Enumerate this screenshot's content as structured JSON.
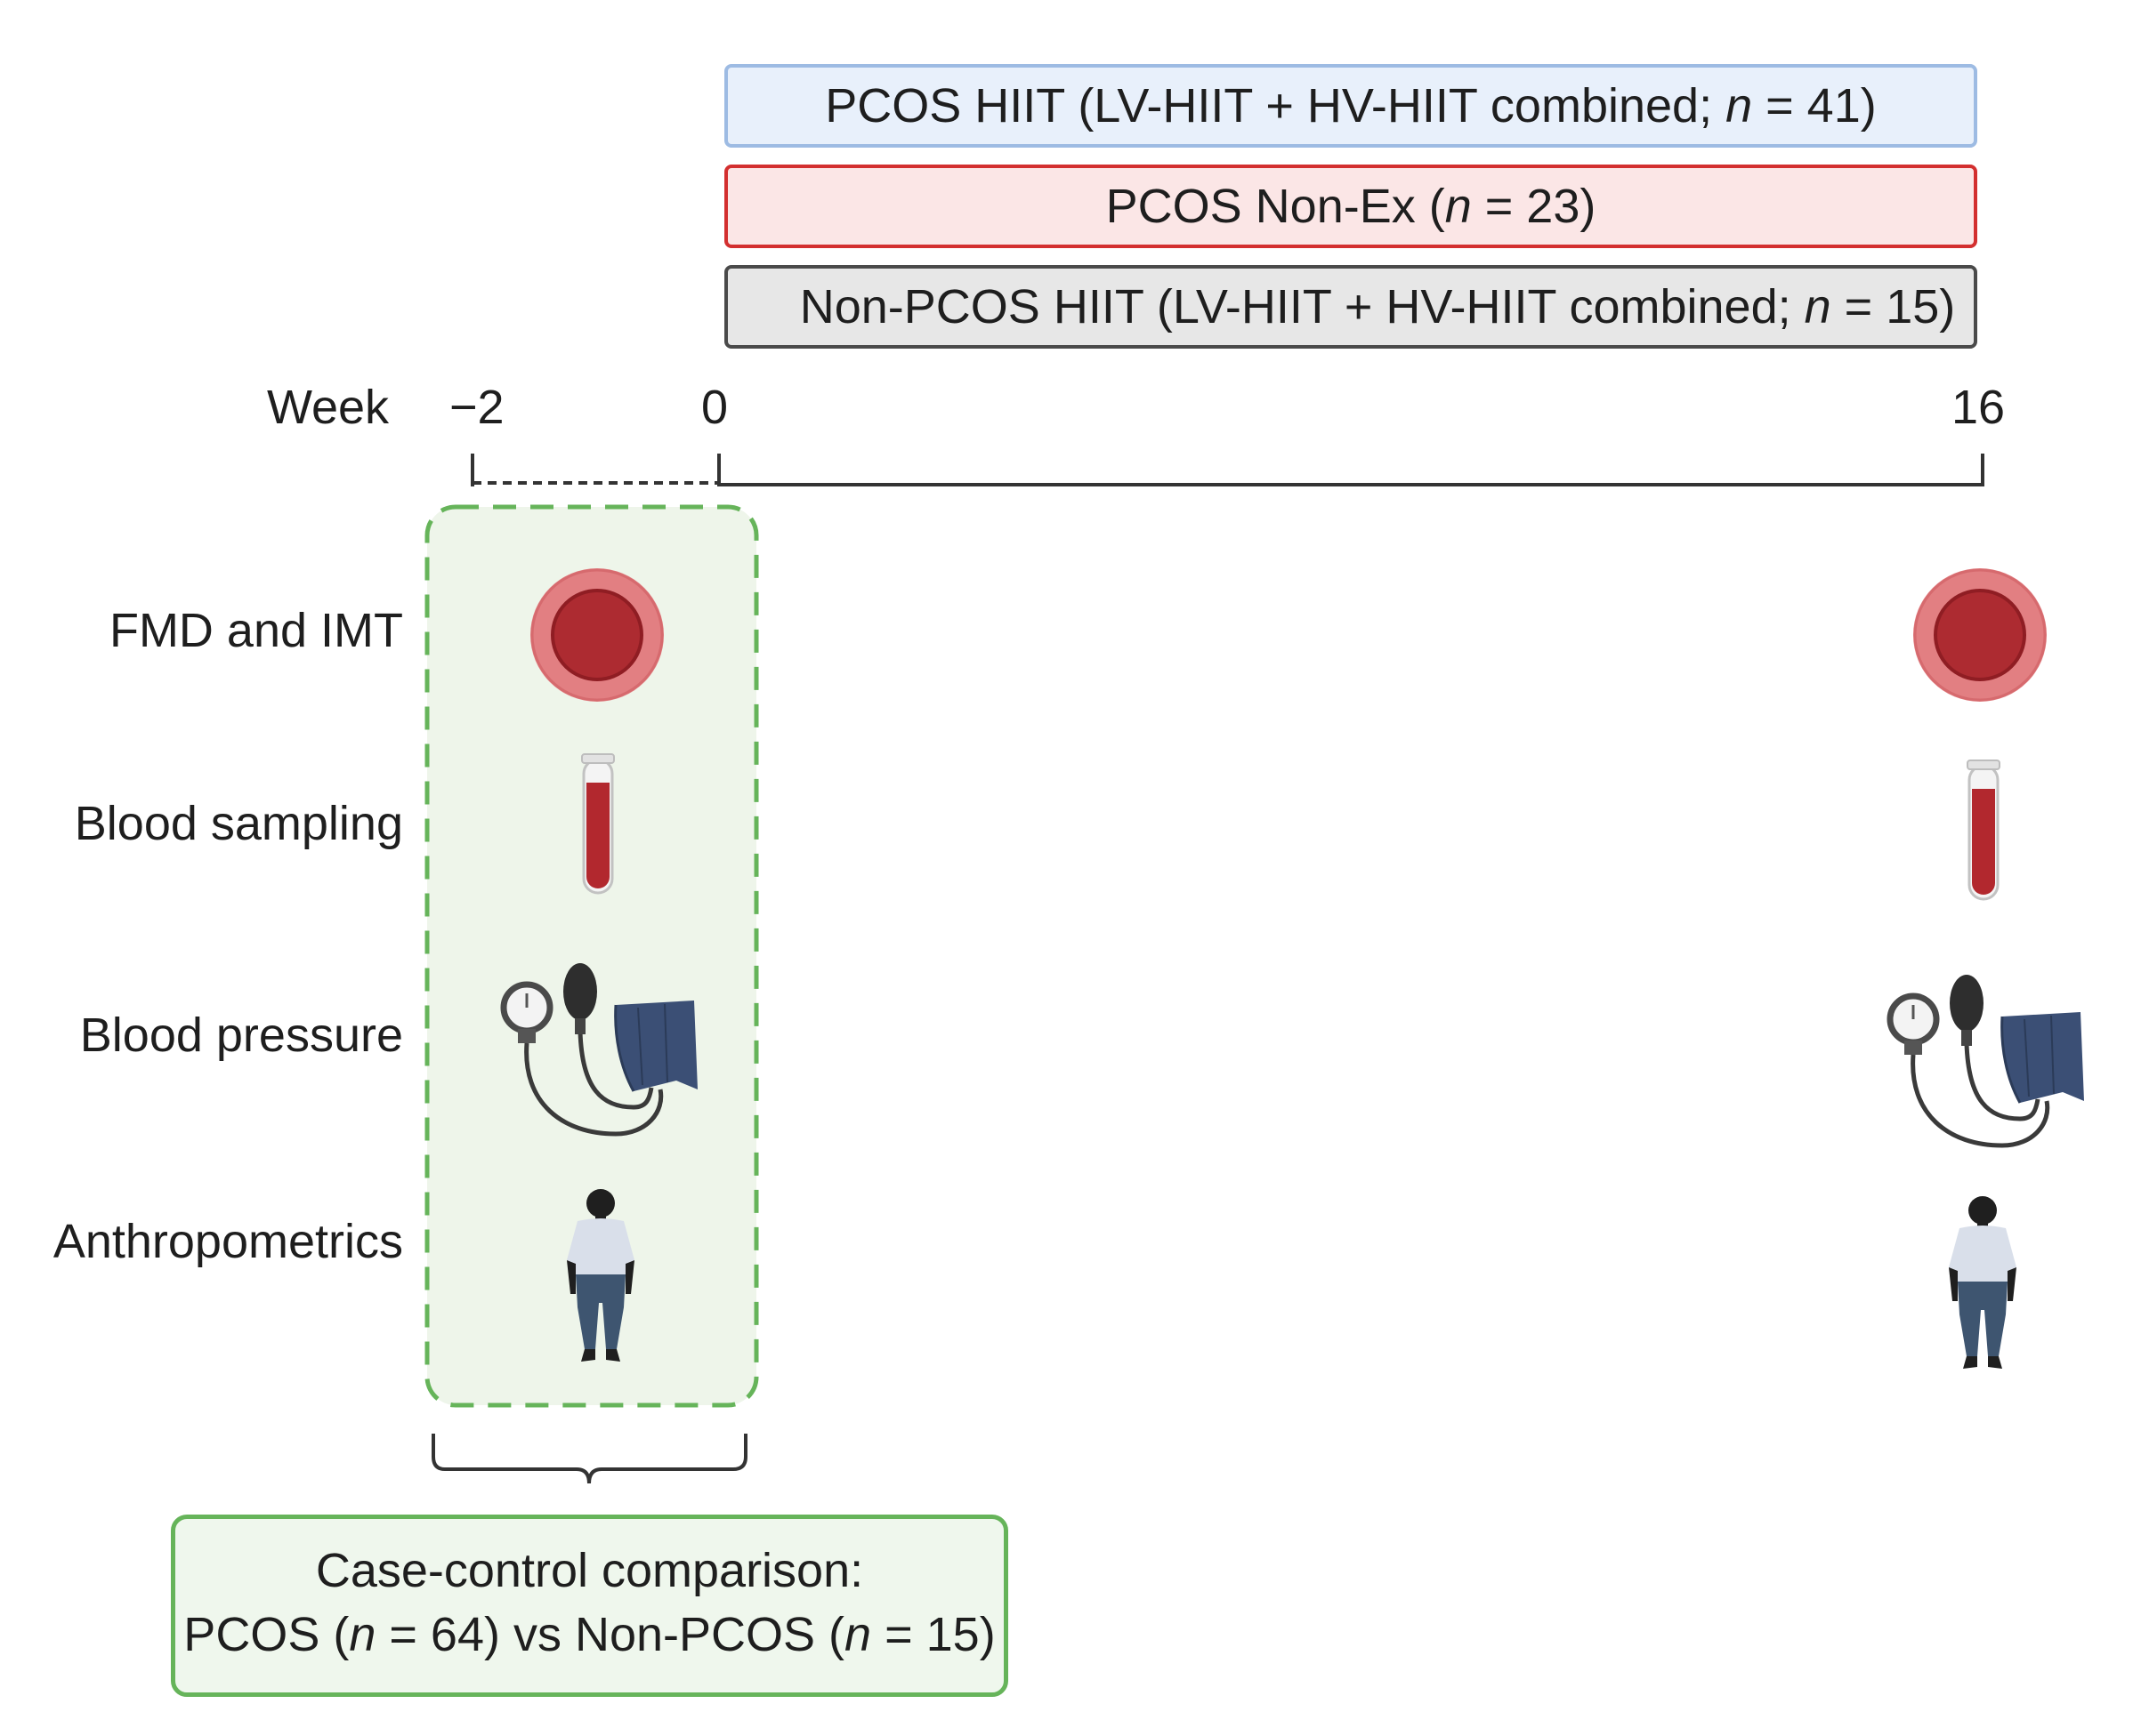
{
  "groups": {
    "hiit": {
      "prefix": "PCOS HIIT (LV-HIIT + HV-HIIT combined; ",
      "n_label": "n",
      "suffix": " = 41)",
      "fill": "#e8f0fb",
      "border": "#9dbbe3"
    },
    "nonex": {
      "prefix": "PCOS Non-Ex (",
      "n_label": "n",
      "suffix": " = 23)",
      "fill": "#fbe6e6",
      "border": "#d32f2f"
    },
    "nonpcos": {
      "prefix": "Non-PCOS HIIT (LV-HIIT + HV-HIIT combined; ",
      "n_label": "n",
      "suffix": " = 15)",
      "fill": "#e7e7e7",
      "border": "#4a4a4a"
    }
  },
  "timeline": {
    "label": "Week",
    "ticks": [
      "−2",
      "0",
      "16"
    ]
  },
  "measures": [
    "FMD and IMT",
    "Blood sampling",
    "Blood pressure",
    "Anthropometrics"
  ],
  "comparison": {
    "line1": "Case-control comparison:",
    "pcos_prefix": "PCOS (",
    "n_label": "n",
    "pcos_suffix": " = 64) vs Non-PCOS (",
    "nonpcos_suffix": " = 15)"
  },
  "icons": [
    "red-blood-cell-icon",
    "blood-tube-icon",
    "blood-pressure-monitor-icon",
    "person-icon"
  ],
  "colors": {
    "baseline_fill": "#eef5ea",
    "baseline_border": "#66b45a",
    "blood_red": "#b2282e",
    "cuff_blue": "#3b4f75"
  }
}
